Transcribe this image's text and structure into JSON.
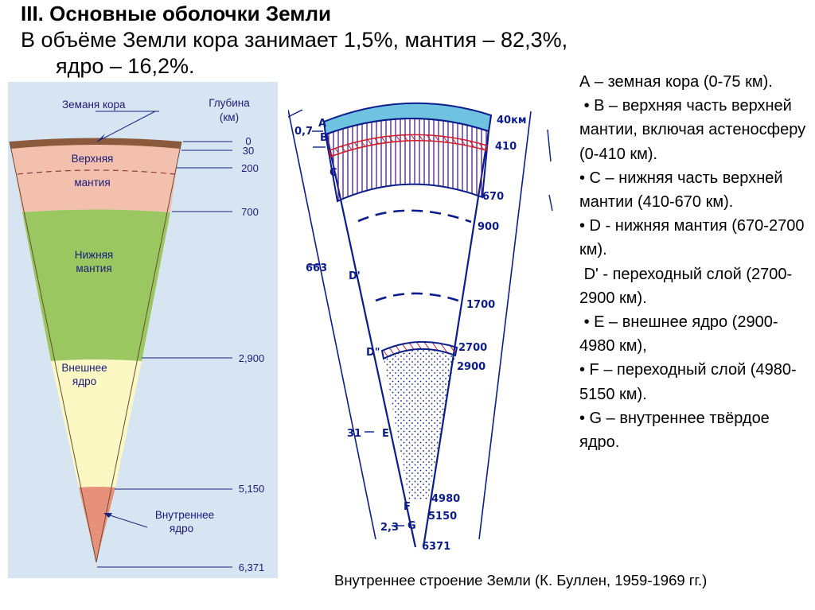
{
  "header": {
    "title": "III. Основные оболочки Земли",
    "subtitle_line1": "В объёме Земли кора занимает 1,5%, мантия – 82,3%,",
    "subtitle_line2": "ядро – 16,2%."
  },
  "left_diagram": {
    "crust_label": "Земаня кора",
    "depth_header": "Глубина",
    "depth_unit": "(км)",
    "layers": {
      "upper_mantle_1": "Верхняя",
      "upper_mantle_2": "мантия",
      "lower_mantle_1": "Нижняя",
      "lower_mantle_2": "мантия",
      "outer_core_1": "Внешнее",
      "outer_core_2": "ядро",
      "inner_core_1": "Внутреннее",
      "inner_core_2": "ядро"
    },
    "depths": [
      "0",
      "30",
      "200",
      "700",
      "2,900",
      "5,150",
      "6,371"
    ],
    "colors": {
      "background": "#d7e5f3",
      "crust": "#8b5a3c",
      "upper_mantle": "#f2c0ad",
      "lower_mantle": "#9ac75f",
      "outer_core": "#fbf8c4",
      "inner_core": "#e8917a",
      "lines": "#1a237e"
    }
  },
  "right_diagram": {
    "left_labels": [
      "0,7",
      "A",
      "B",
      "C",
      "663",
      "D'",
      "D\"",
      "31",
      "E",
      "F",
      "2,3",
      "G"
    ],
    "right_labels": [
      "40км",
      "410",
      "670",
      "900",
      "1700",
      "2700",
      "2900",
      "4980",
      "5150",
      "6371"
    ],
    "colors": {
      "ink": "#0b1d8c",
      "hatch": "#5b2e8a",
      "red": "#d11a2a"
    }
  },
  "legend": [
    "А – земная кора (0-75 км).",
    " • В – верхняя часть верхней мантии, включая астеносферу (0-410 км).",
    "• С – нижняя часть верхней мантии (410-670 км).",
    "• D - нижняя мантия (670-2700 км).",
    " D' - переходный слой (2700-2900 км).",
    " • Е – внешнее ядро (2900-4980 км),",
    "• F – переходный слой (4980-5150 км).",
    "• G – внутреннее твёрдое ядро."
  ],
  "caption": "Внутреннее строение Земли (К. Буллен, 1959-1969 гг.)"
}
